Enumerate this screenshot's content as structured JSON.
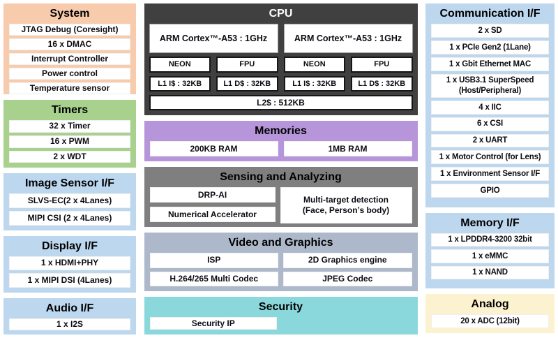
{
  "blocks": {
    "system": {
      "title": "System",
      "color": "#F8CBAD",
      "items": [
        "JTAG Debug (Coresight)",
        "16 x DMAC",
        "Interrupt Controller",
        "Power control",
        "Temperature sensor"
      ]
    },
    "timers": {
      "title": "Timers",
      "color": "#A9D18E",
      "items": [
        "32 x Timer",
        "16 x PWM",
        "2 x WDT"
      ]
    },
    "image_sensor": {
      "title": "Image Sensor I/F",
      "color": "#BDD7EE",
      "items": [
        "SLVS-EC(2 x 4Lanes)",
        "MIPI CSI (2 x 4Lanes)"
      ]
    },
    "display": {
      "title": "Display I/F",
      "color": "#BDD7EE",
      "items": [
        "1 x HDMI+PHY",
        "1 x MIPI DSI (4Lanes)"
      ]
    },
    "audio": {
      "title": "Audio I/F",
      "color": "#BDD7EE",
      "items": [
        "1 x I2S"
      ]
    },
    "cpu": {
      "title": "CPU",
      "color": "#404040",
      "cores": [
        "ARM Cortex™-A53  : 1GHz",
        "ARM Cortex™-A53  : 1GHz"
      ],
      "units": [
        "NEON",
        "FPU",
        "NEON",
        "FPU"
      ],
      "l1": [
        "L1 I$ : 32KB",
        "L1 D$ : 32KB",
        "L1 I$ : 32KB",
        "L1 D$ : 32KB"
      ],
      "l2": "L2$ : 512KB"
    },
    "memories": {
      "title": "Memories",
      "color": "#B795DB",
      "items": [
        "200KB RAM",
        "1MB RAM"
      ]
    },
    "sensing": {
      "title": "Sensing and Analyzing",
      "color": "#7F7F7F",
      "left_items": [
        "DRP-AI",
        "Numerical Accelerator"
      ],
      "right_item": "Multi-target detection\n(Face, Person’s body)"
    },
    "video": {
      "title": "Video and Graphics",
      "color": "#ADB9CA",
      "items": [
        "ISP",
        "2D Graphics engine",
        "H.264/265 Multi Codec",
        "JPEG Codec"
      ]
    },
    "security": {
      "title": "Security",
      "color": "#8BD8DC",
      "items": [
        "Security IP"
      ]
    },
    "communication": {
      "title": "Communication I/F",
      "color": "#BDD7EE",
      "items": [
        "2 x SD",
        "1 x PCIe Gen2 (1Lane)",
        "1 x Gbit Ethernet MAC",
        "1 x USB3.1 SuperSpeed\n(Host/Peripheral)",
        "4 x IIC",
        "6 x CSI",
        "2 x UART",
        "1 x Motor Control (for Lens)",
        "1 x Environment Sensor I/F",
        "GPIO"
      ]
    },
    "memory_if": {
      "title": "Memory I/F",
      "color": "#BDD7EE",
      "items": [
        "1 x LPDDR4-3200 32bit",
        "1 x eMMC",
        "1 x NAND"
      ]
    },
    "analog": {
      "title": "Analog",
      "color": "#FDF2CF",
      "items": [
        "20 x ADC (12bit)"
      ]
    }
  }
}
